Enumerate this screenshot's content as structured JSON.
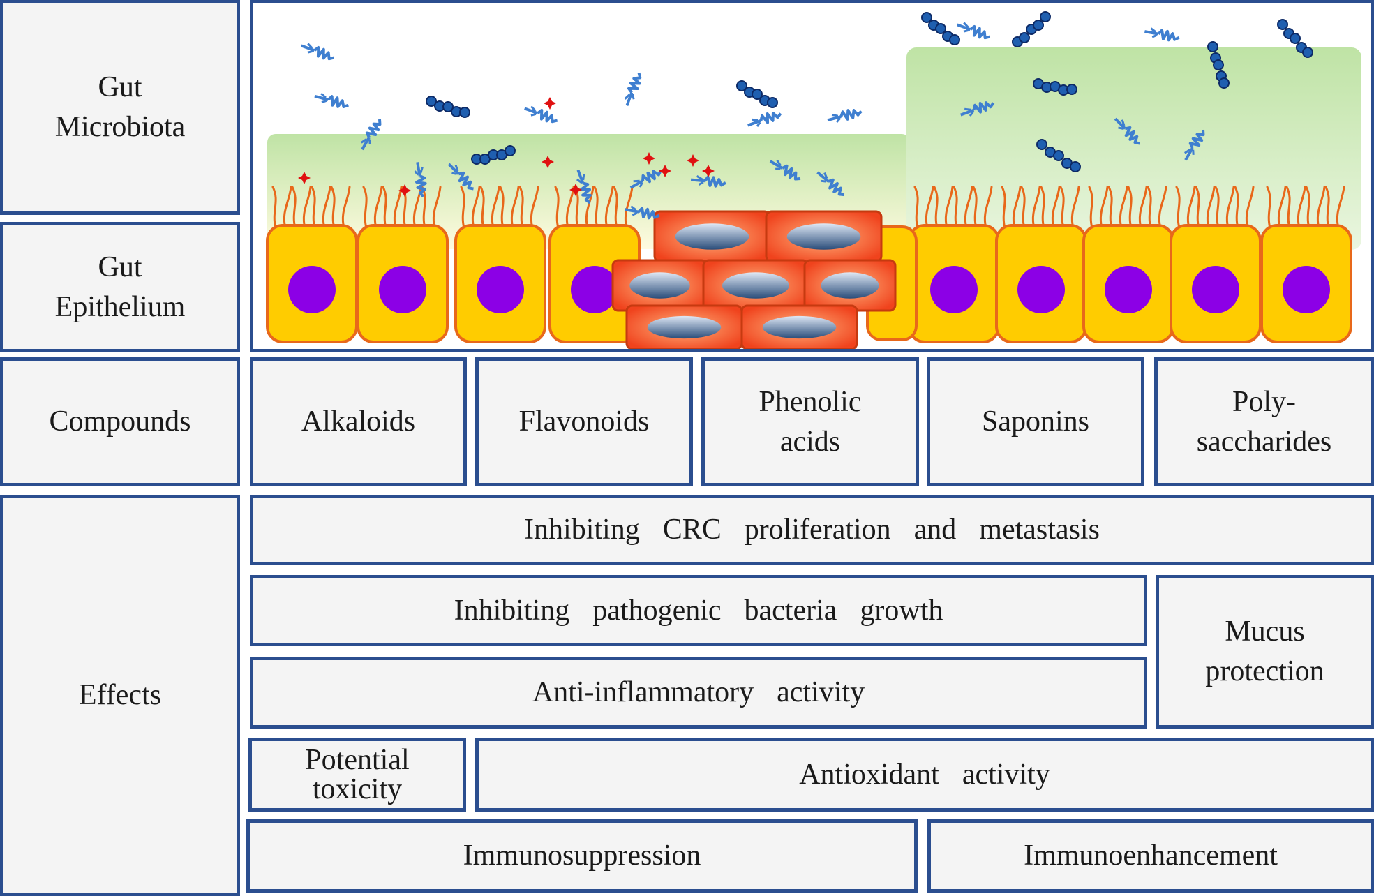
{
  "row_labels": {
    "microbiota": "Gut\nMicrobiota",
    "epithelium": "Gut\nEpithelium",
    "compounds": "Compounds",
    "effects": "Effects"
  },
  "compounds": {
    "alkaloids": "Alkaloids",
    "flavonoids": "Flavonoids",
    "phenolic_acids": "Phenolic\nacids",
    "saponins": "Saponins",
    "polysaccharides": "Poly-\nsaccharides"
  },
  "effects": {
    "crc": "Inhibiting  CRC  proliferation  and  metastasis",
    "pathogenic": "Inhibiting  pathogenic  bacteria  growth",
    "anti_inflammatory": "Anti-inflammatory  activity",
    "mucus": "Mucus\nprotection",
    "toxicity": "Potential\ntoxicity",
    "antioxidant": "Antioxidant  activity",
    "immunosuppression": "Immunosuppression",
    "immunoenhancement": "Immunoenhancement"
  },
  "colors": {
    "border": "#2b4e8f",
    "box_fill": "#f4f4f4",
    "cell_fill": "#ffcc00",
    "cell_outline": "#e8681a",
    "nucleus": "#8c00e6",
    "tumor_cell": "#f25c2a",
    "bacteria_rod": "#3f7fd0",
    "bacteria_cocci": "#1f5fb0",
    "mucus_green": "#bfe3a5",
    "ros_star": "#e01010"
  }
}
